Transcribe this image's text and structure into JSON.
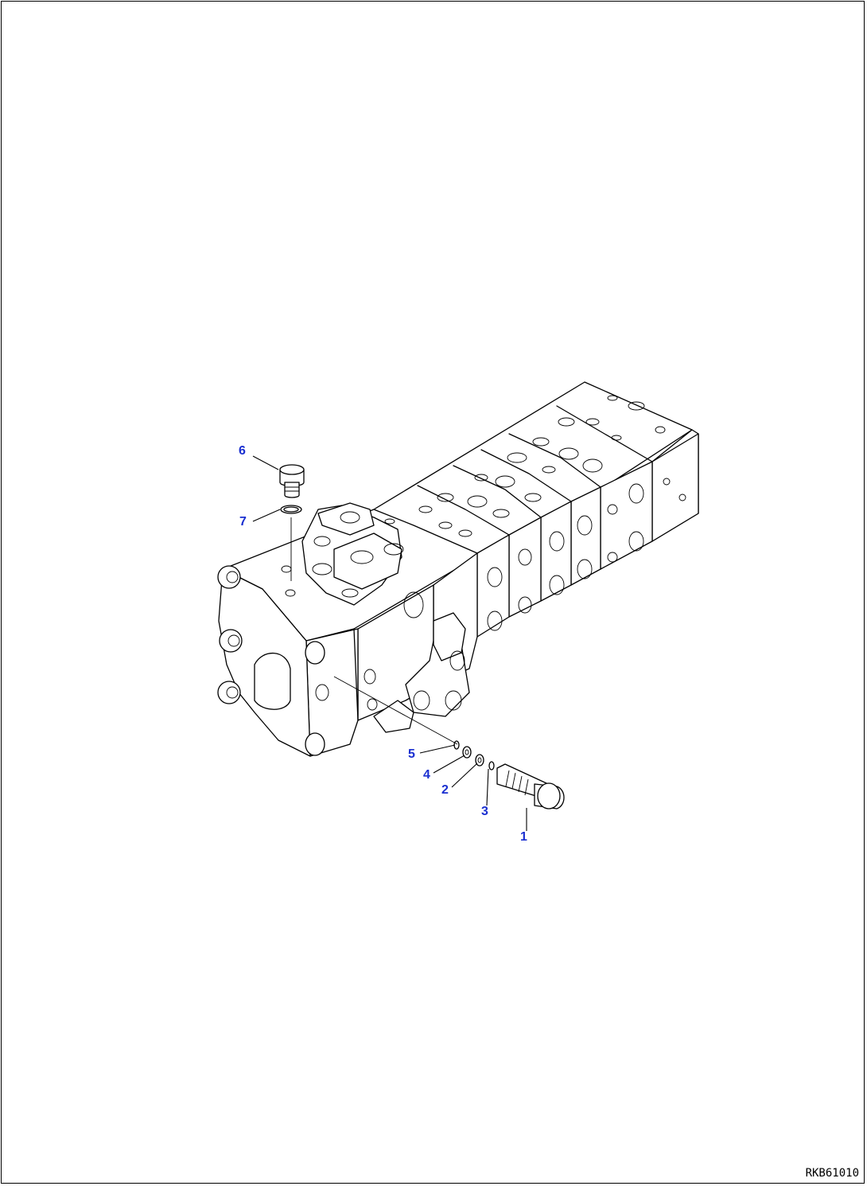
{
  "diagram": {
    "callouts": [
      {
        "id": "1",
        "text": "1"
      },
      {
        "id": "2",
        "text": "2"
      },
      {
        "id": "3",
        "text": "3"
      },
      {
        "id": "4",
        "text": "4"
      },
      {
        "id": "5",
        "text": "5"
      },
      {
        "id": "6",
        "text": "6"
      },
      {
        "id": "7",
        "text": "7"
      }
    ],
    "reference_code": "RKB61010",
    "colors": {
      "callout": "#1a2fd0",
      "line": "#000000",
      "background": "#ffffff"
    }
  }
}
